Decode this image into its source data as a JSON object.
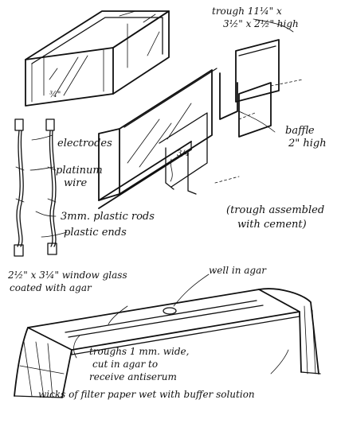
{
  "labels": {
    "trough_dims_line1": "trough 11¼\" x",
    "trough_dims_line2": "3½\" x 2½\" high",
    "inner_dim_small": "¾\"",
    "baffle_line1": "baffle",
    "baffle_line2": "2\" high",
    "baffle_dim": "3/4",
    "electrodes": "electrodes",
    "platinum_line1": "platinum",
    "platinum_line2": "wire",
    "plastic_rods": "3mm. plastic rods",
    "plastic_ends": "plastic ends",
    "assembled_line1": "(trough assembled",
    "assembled_line2": "with cement)",
    "glass_line1": "2½\" x 3¼\" window glass",
    "glass_line2": "coated with agar",
    "well": "well in agar",
    "troughs_line1": "troughs 1 mm. wide,",
    "troughs_line2": "cut in agar to",
    "troughs_line3": "receive antiserum",
    "wicks": "wicks of filter paper wet with buffer solution"
  }
}
